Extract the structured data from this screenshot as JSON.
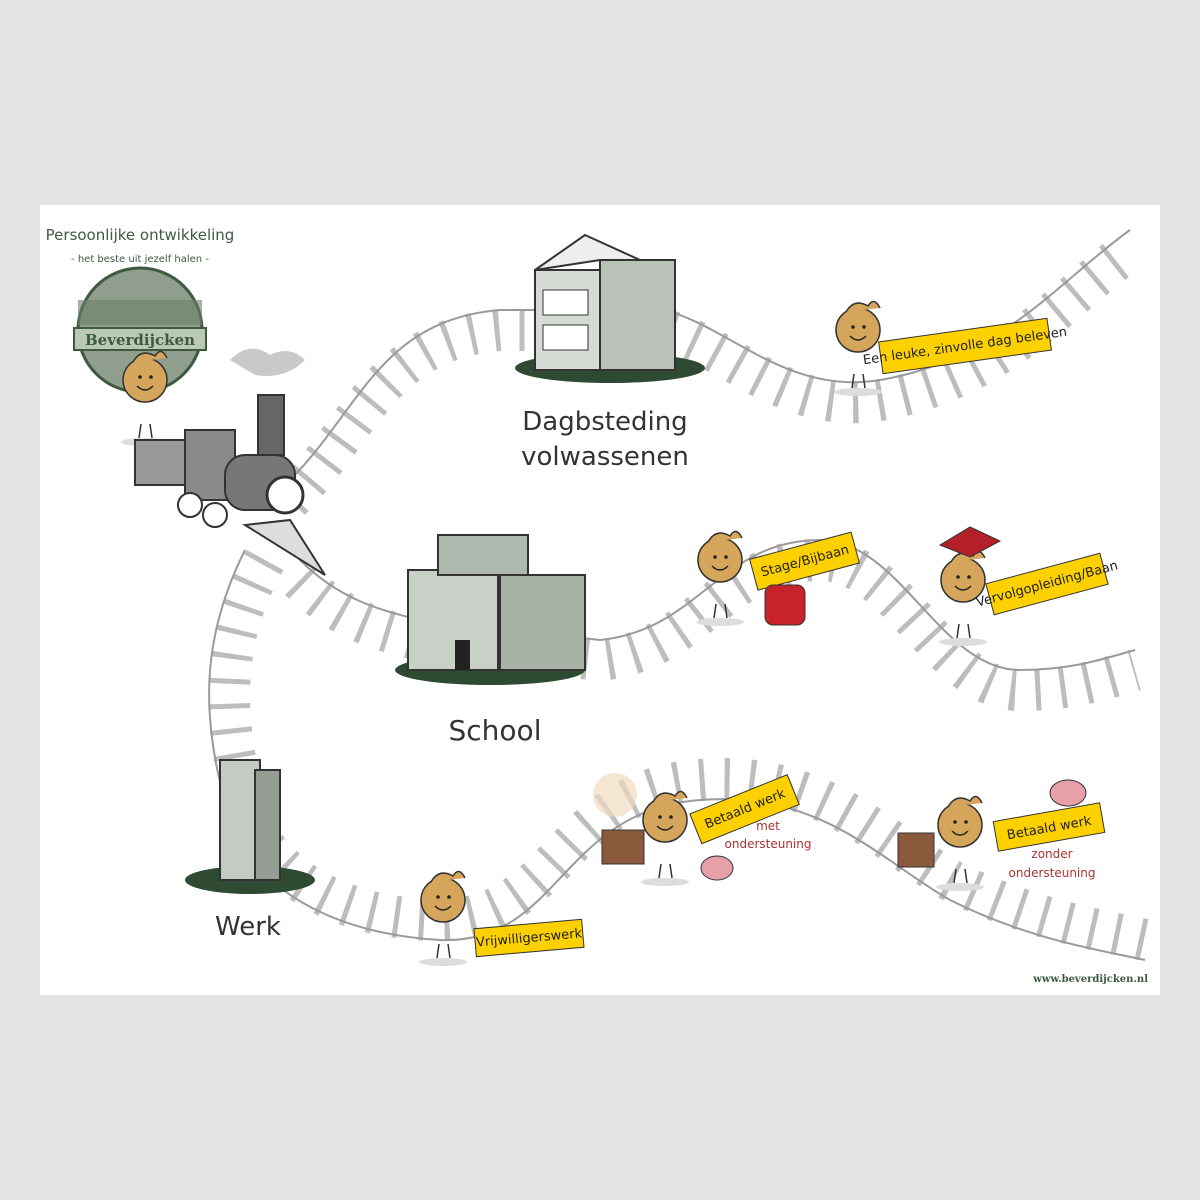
{
  "header": {
    "title": "Persoonlijke ontwikkeling",
    "subtitle": "- het beste uit jezelf halen -"
  },
  "logo": {
    "text": "Beverdijcken"
  },
  "destinations": {
    "dagbesteding_line1": "Dagbsteding",
    "dagbesteding_line2": "volwassenen",
    "school": "School",
    "werk": "Werk"
  },
  "signs": {
    "dag": "Een leuke, zinvolle dag beleven",
    "stage": "Stage/Bijbaan",
    "vervolg": "Vervolgopleiding/Baan",
    "vrijwillig": "Vrijwilligerswerk",
    "betaald_met": "Betaald werk",
    "betaald_met_sub1": "met",
    "betaald_met_sub2": "ondersteuning",
    "betaald_zonder": "Betaald werk",
    "betaald_zonder_sub1": "zonder",
    "betaald_zonder_sub2": "ondersteuning"
  },
  "footer": {
    "url": "www.beverdijcken.nl"
  },
  "colors": {
    "sign": "#fdd000",
    "building": "#b9c1b8",
    "grass": "#2e4a33",
    "skin": "#d6a55c",
    "brand": "#3d5a40"
  }
}
